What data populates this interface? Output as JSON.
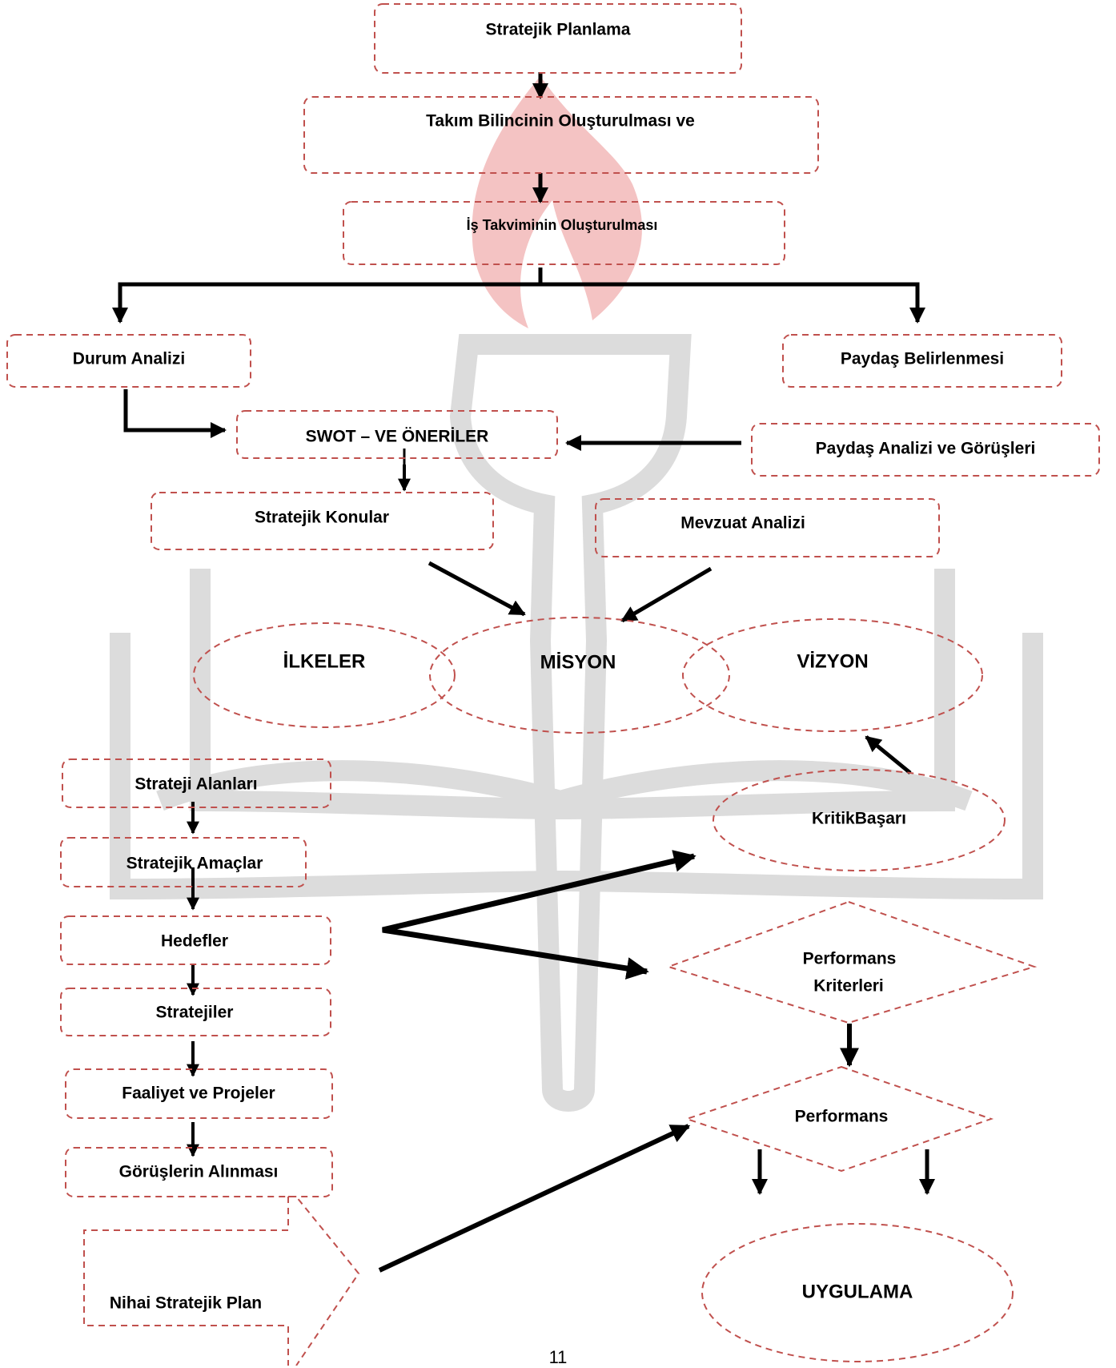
{
  "nodes": {
    "stratejik_planlama": "Stratejik Planlama",
    "takim_bilinci": "Takım Bilincinin Oluşturulması ve",
    "is_takvimi": "İş Takviminin Oluşturulması",
    "durum_analizi": "Durum Analizi",
    "paydas_belirlenmesi": "Paydaş Belirlenmesi",
    "swot": "SWOT – VE ÖNERİLER",
    "paydas_analizi": "Paydaş Analizi ve Görüşleri",
    "stratejik_konular": "Stratejik Konular",
    "mevzuat_analizi": "Mevzuat Analizi",
    "ilkeler": "İLKELER",
    "misyon": "MİSYON",
    "vizyon": "VİZYON",
    "strateji_alanlari": "Strateji Alanları",
    "stratejik_amaclar": "Stratejik Amaçlar",
    "hedefler": "Hedefler",
    "stratejiler": "Stratejiler",
    "faaliyet_projeler": "Faaliyet ve Projeler",
    "gorus_alinmasi": "Görüşlerin Alınması",
    "nihai_plan": "Nihai Stratejik Plan",
    "kritik_basari": "KritikBaşarı",
    "performans_kriterleri_1": "Performans",
    "performans_kriterleri_2": "Kriterleri",
    "performans": "Performans",
    "uygulama": "UYGULAMA"
  },
  "page_number": "11",
  "colors": {
    "node_border": "#c0504d",
    "arrow": "#000000",
    "watermark": "#d9d9d9",
    "watermark_flame": "#f4c3c3"
  }
}
